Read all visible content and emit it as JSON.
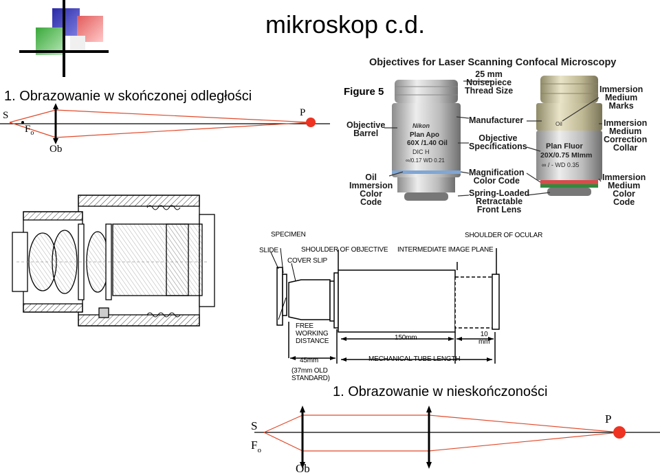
{
  "slide": {
    "title": "mikroskop c.d.",
    "heading_finite": "1. Obrazowanie w skończonej odległości",
    "heading_infinite": "1. Obrazowanie w nieskończoności"
  },
  "finite_diagram": {
    "source_label": "S",
    "focus_label": "F",
    "focus_subscript": "o",
    "image_label": "P",
    "objective_label": "Ob",
    "ray_color": "#e0492a",
    "image_point_color": "#ee3322"
  },
  "infinite_diagram": {
    "source_label": "S",
    "focus_label": "F",
    "focus_subscript": "o",
    "image_label": "P",
    "objective_label": "Ob"
  },
  "photo": {
    "caption": "Objectives for Laser Scanning Confocal Microscopy",
    "figure": "Figure 5",
    "callouts": {
      "nosepiece": "25 mm\nNoisepiece\nThread Size",
      "immersion_marks": "Immersion\nMedium\nMarks",
      "barrel": "Objective\nBarrel",
      "manufacturer": "Manufacturer",
      "specs": "Objective\nSpecifications",
      "correction": "Immersion\nMedium\nCorrection\nCollar",
      "oil_code": "Oil\nImmersion\nColor\nCode",
      "mag_code": "Magnification\nColor Code",
      "spring": "Spring-Loaded\nRetractable\nFront Lens",
      "immersion_code": "Immersion\nMedium\nColor\nCode"
    },
    "left_objective": {
      "brand": "Nikon",
      "type": "Plan Apo",
      "spec": "60X /1.40 Oil",
      "dic": "DIC H",
      "wd": "∞/0.17   WD 0.21"
    },
    "right_objective": {
      "type": "Plan Fluor",
      "spec": "20X/0.75 MImm",
      "wd": "∞ / -   WD 0.35",
      "oil": "Oil"
    }
  },
  "schematic": {
    "specimen": "SPECIMEN",
    "slide": "SLIDE",
    "shoulder_objective": "SHOULDER OF OBJECTIVE",
    "intermediate_plane": "INTERMEDIATE IMAGE PLANE",
    "shoulder_ocular": "SHOULDER OF OCULAR",
    "cover_slip": "COVER SLIP",
    "free_working": "FREE\nWORKING\nDISTANCE",
    "dim_150": "150mm",
    "dim_10": "10\nmm",
    "dim_45": "45mm",
    "old_standard": "(37mm OLD\nSTANDARD)",
    "tube_length": "MECHANICAL TUBE LENGTH"
  }
}
